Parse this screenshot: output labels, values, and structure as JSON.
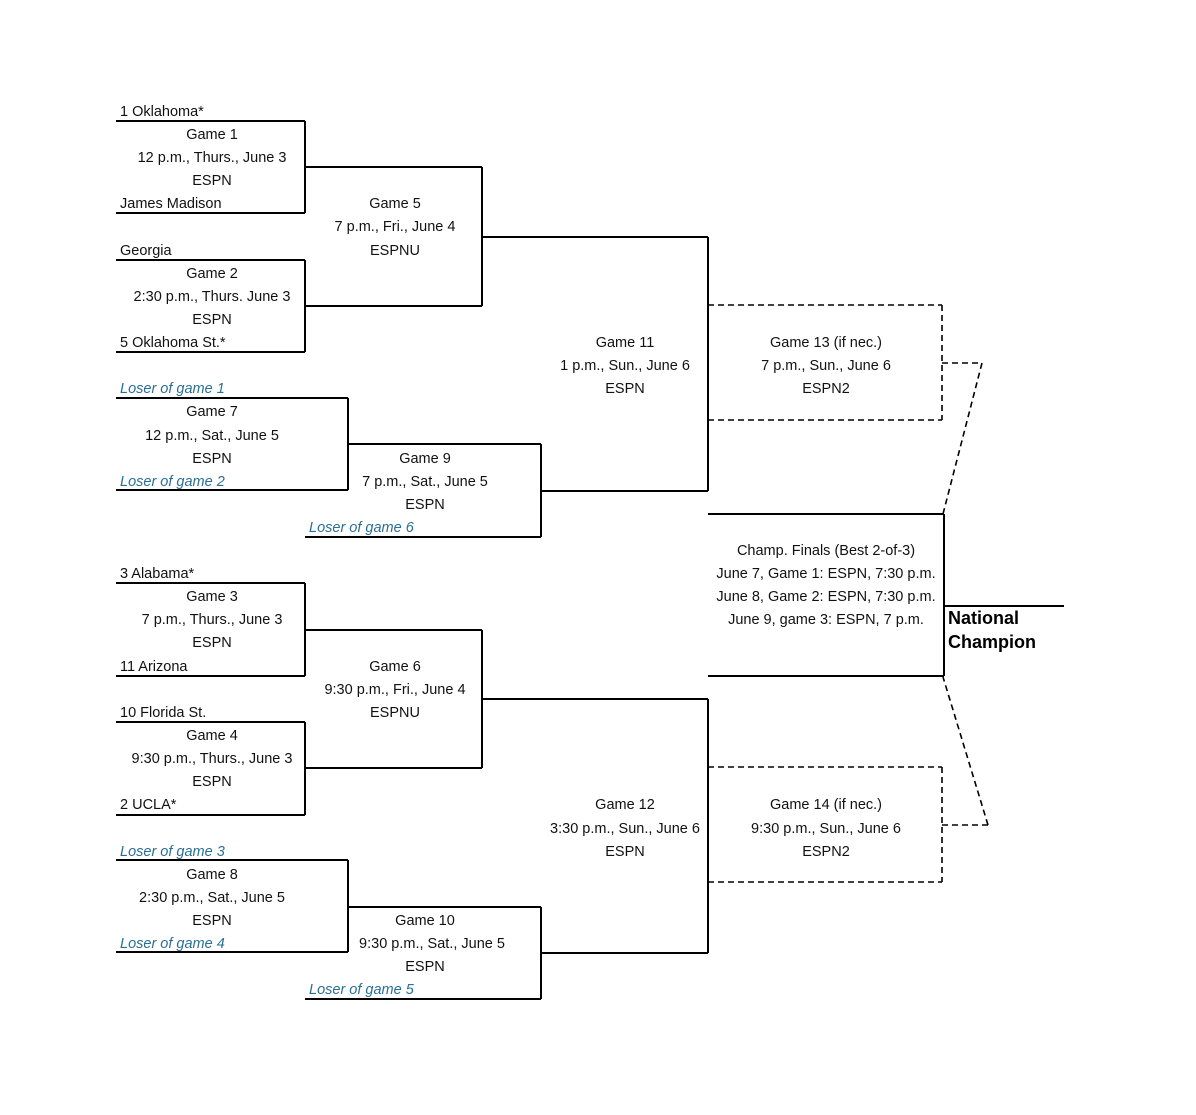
{
  "teams": {
    "t1": "1  Oklahoma*",
    "t2": "James Madison",
    "t3": "Georgia",
    "t4": "5  Oklahoma St.*",
    "t5": "3  Alabama*",
    "t6": "11  Arizona",
    "t7": "10  Florida St.",
    "t8": "2  UCLA*"
  },
  "losers": {
    "l1": "Loser of game 1",
    "l2": "Loser of game 2",
    "l6": "Loser of game 6",
    "l3": "Loser of game 3",
    "l4": "Loser of game 4",
    "l5": "Loser of game 5"
  },
  "games": {
    "g1": {
      "title": "Game 1",
      "time": "12 p.m., Thurs., June 3",
      "network": "ESPN"
    },
    "g2": {
      "title": "Game 2",
      "time": "2:30 p.m., Thurs. June 3",
      "network": "ESPN"
    },
    "g3": {
      "title": "Game 3",
      "time": "7 p.m., Thurs., June 3",
      "network": "ESPN"
    },
    "g4": {
      "title": "Game 4",
      "time": "9:30 p.m., Thurs., June 3",
      "network": "ESPN"
    },
    "g5": {
      "title": "Game 5",
      "time": "7 p.m., Fri., June 4",
      "network": "ESPNU"
    },
    "g6": {
      "title": "Game 6",
      "time": "9:30 p.m., Fri., June 4",
      "network": "ESPNU"
    },
    "g7": {
      "title": "Game 7",
      "time": "12 p.m., Sat., June 5",
      "network": "ESPN"
    },
    "g8": {
      "title": "Game 8",
      "time": "2:30 p.m., Sat., June 5",
      "network": "ESPN"
    },
    "g9": {
      "title": "Game 9",
      "time": "7 p.m., Sat., June 5",
      "network": "ESPN"
    },
    "g10": {
      "title": "Game 10",
      "time": "9:30 p.m., Sat., June 5",
      "network": "ESPN"
    },
    "g11": {
      "title": "Game 11",
      "time": "1 p.m., Sun., June 6",
      "network": "ESPN"
    },
    "g12": {
      "title": "Game 12",
      "time": "3:30 p.m., Sun., June 6",
      "network": "ESPN"
    },
    "g13": {
      "title": "Game 13 (if nec.)",
      "time": "7 p.m., Sun., June 6",
      "network": "ESPN2"
    },
    "g14": {
      "title": "Game 14 (if nec.)",
      "time": "9:30 p.m., Sun., June 6",
      "network": "ESPN2"
    }
  },
  "finals": {
    "title": "Champ. Finals (Best 2-of-3)",
    "line1": "June 7, Game 1: ESPN, 7:30 p.m.",
    "line2": "June 8, Game 2: ESPN, 7:30 p.m.",
    "line3": "June 9, game 3: ESPN, 7 p.m."
  },
  "champion": {
    "line1": "National",
    "line2": "Champion"
  }
}
